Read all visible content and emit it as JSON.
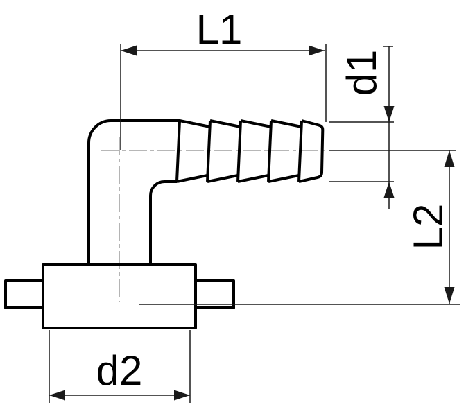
{
  "drawing": {
    "labels": {
      "l1": "L1",
      "d1": "d1",
      "l2": "L2",
      "d2": "d2"
    },
    "colors": {
      "outline": "#000000",
      "dimension": "#1a1a1a",
      "centerline": "#8c8c8c",
      "background": "#ffffff"
    }
  }
}
